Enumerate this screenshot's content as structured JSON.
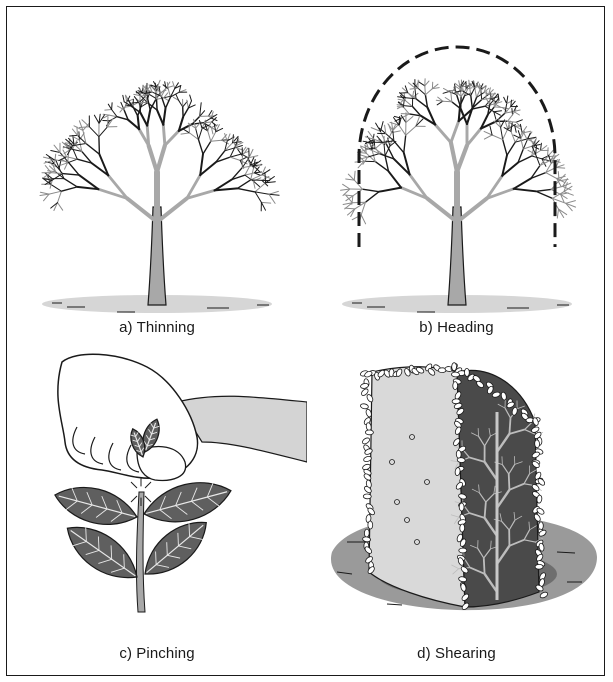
{
  "figure": {
    "panels": [
      {
        "id": "a",
        "caption": "a) Thinning"
      },
      {
        "id": "b",
        "caption": "b) Heading"
      },
      {
        "id": "c",
        "caption": "c) Pinching"
      },
      {
        "id": "d",
        "caption": "d) Shearing"
      }
    ]
  },
  "colors": {
    "ink": "#1a1a1a",
    "grey_branch": "#8a8a8a",
    "trunk": "#a8a8a8",
    "ground": "#d6d6d6",
    "leaf_dark": "#5f5f5f",
    "hedge_light": "#d9d9d9",
    "hedge_dark": "#4a4a4a"
  }
}
